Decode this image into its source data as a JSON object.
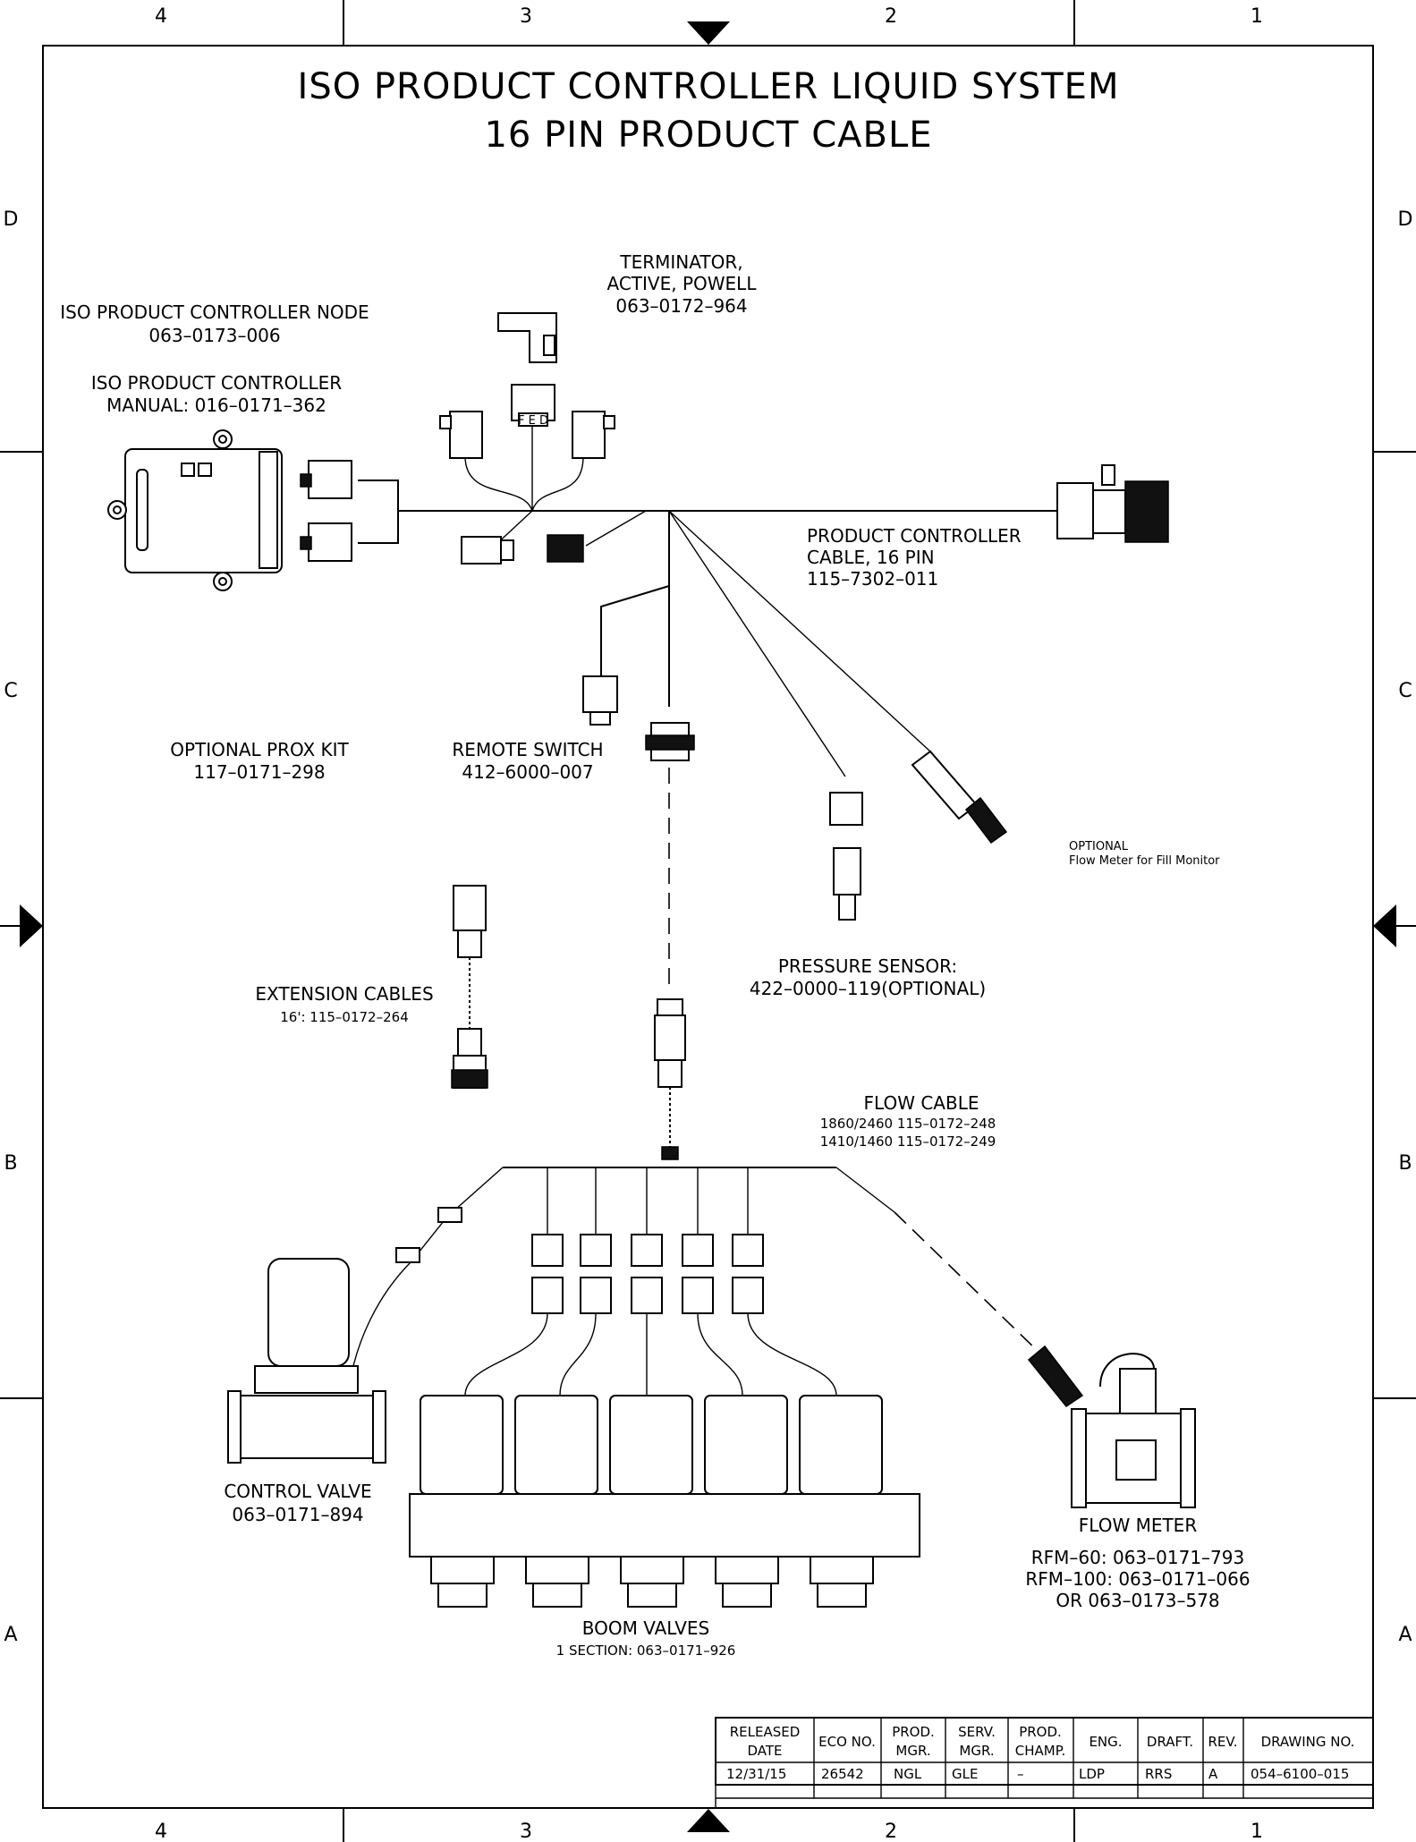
{
  "grid": {
    "columns": [
      "4",
      "3",
      "2",
      "1"
    ],
    "rows": [
      "D",
      "C",
      "B",
      "A"
    ]
  },
  "title": {
    "line1": "ISO PRODUCT CONTROLLER LIQUID SYSTEM",
    "line2": "16 PIN PRODUCT CABLE"
  },
  "labels": {
    "node_name": "ISO PRODUCT CONTROLLER NODE",
    "node_pn": "063–0173–006",
    "manual_name": "ISO PRODUCT CONTROLLER",
    "manual_pn": "MANUAL: 016–0171–362",
    "terminator_l1": "TERMINATOR,",
    "terminator_l2": "ACTIVE, POWELL",
    "terminator_pn": "063–0172–964",
    "cable_l1": "PRODUCT CONTROLLER",
    "cable_l2": "CABLE, 16 PIN",
    "cable_pn": "115–7302–011",
    "prox_name": "OPTIONAL PROX KIT",
    "prox_pn": "117–0171–298",
    "remote_name": "REMOTE SWITCH",
    "remote_pn": "412–6000–007",
    "optional_l1": "OPTIONAL",
    "optional_l2": "Flow Meter for Fill Monitor",
    "ext_name": "EXTENSION CABLES",
    "ext_pn": "16': 115–0172–264",
    "pressure_name": "PRESSURE SENSOR:",
    "pressure_pn": "422–0000–119(OPTIONAL)",
    "flowcable_name": "FLOW CABLE",
    "flowcable_pn1": "1860/2460 115–0172–248",
    "flowcable_pn2": "1410/1460 115–0172–249",
    "control_name": "CONTROL VALVE",
    "control_pn": "063–0171–894",
    "flowmeter_name": "FLOW METER",
    "flowmeter_pn1": "RFM–60: 063–0171–793",
    "flowmeter_pn2": "RFM–100: 063–0171–066",
    "flowmeter_pn3": "OR 063–0173–578",
    "boom_name": "BOOM VALVES",
    "boom_pn": "1 SECTION: 063–0171–926",
    "node_pins": "F E D"
  },
  "title_block": {
    "headers": [
      "RELEASED DATE",
      "ECO NO.",
      "PROD. MGR.",
      "SERV. MGR.",
      "PROD. CHAMP.",
      "ENG.",
      "DRAFT.",
      "REV.",
      "DRAWING NO."
    ],
    "values": [
      "12/31/15",
      "26542",
      "NGL",
      "GLE",
      "–",
      "LDP",
      "RRS",
      "A",
      "054–6100–015"
    ]
  }
}
